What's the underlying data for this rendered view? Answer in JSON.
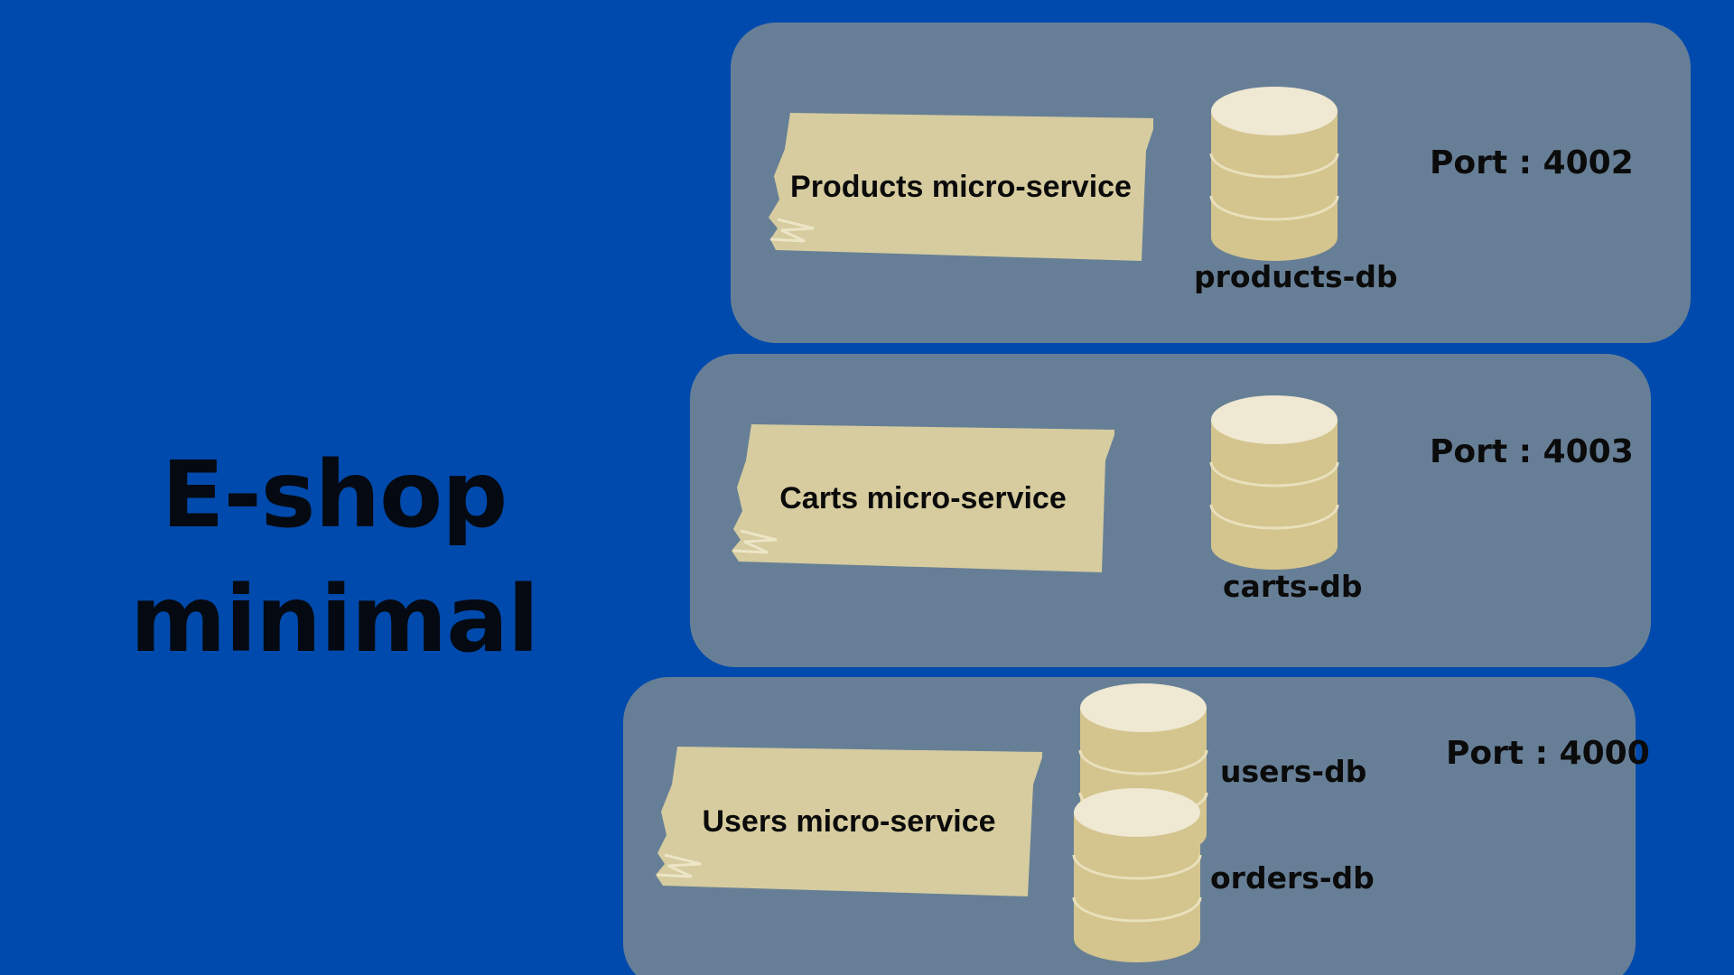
{
  "title": {
    "line1": "E-shop",
    "line2": "minimal"
  },
  "services": {
    "products": {
      "name": "Products micro-service",
      "db": "products-db",
      "port": "Port : 4002"
    },
    "carts": {
      "name": "Carts micro-service",
      "db": "carts-db",
      "port": "Port : 4003"
    },
    "users": {
      "name": "Users micro-service",
      "db_users": "users-db",
      "db_orders": "orders-db",
      "port": "Port : 4000"
    }
  },
  "colors": {
    "background": "#004aad",
    "panel": "#677f96",
    "tape": "#d6cc9f",
    "db_body": "#d4c48e",
    "db_top": "#efe8d2",
    "text": "#0b0b0b"
  },
  "icons": {
    "database": "database-cylinder-icon",
    "tape": "masking-tape-shape"
  }
}
